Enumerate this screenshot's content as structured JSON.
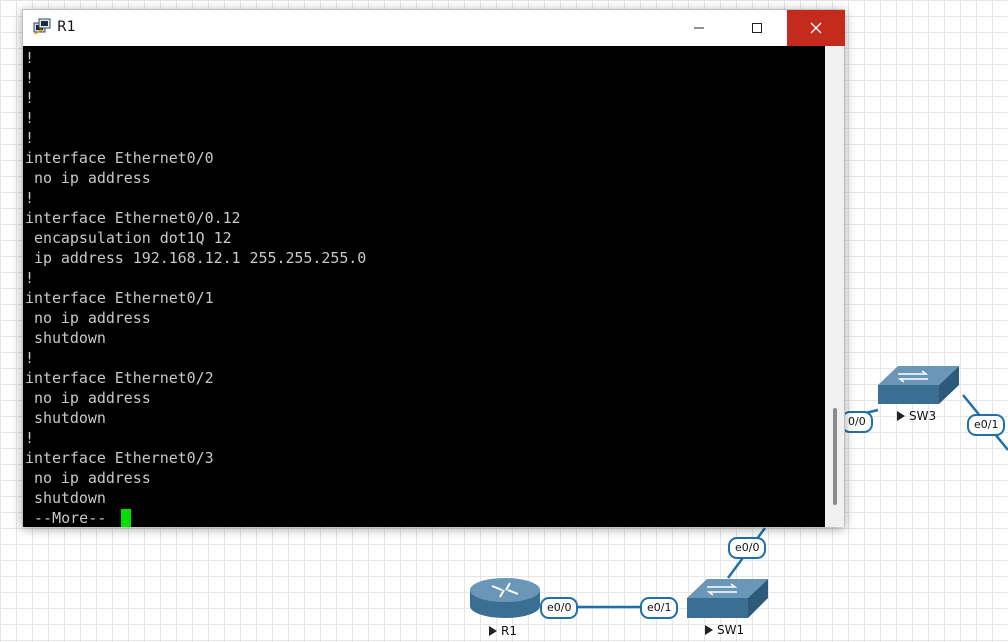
{
  "window": {
    "title": "R1",
    "icon": "putty-terminal-icon",
    "minimize_icon": "minimize-icon",
    "maximize_icon": "maximize-icon",
    "close_icon": "close-icon",
    "close_color": "#c42b1c"
  },
  "terminal": {
    "background": "#000000",
    "text_color": "#c8c8c8",
    "cursor_color": "#00e000",
    "lines": [
      "!",
      "!",
      "!",
      "!",
      "!",
      "interface Ethernet0/0",
      " no ip address",
      "!",
      "interface Ethernet0/0.12",
      " encapsulation dot1Q 12",
      " ip address 192.168.12.1 255.255.255.0",
      "!",
      "interface Ethernet0/1",
      " no ip address",
      " shutdown",
      "!",
      "interface Ethernet0/2",
      " no ip address",
      " shutdown",
      "!",
      "interface Ethernet0/3",
      " no ip address",
      " shutdown"
    ],
    "more_prompt": " --More-- "
  },
  "topology": {
    "link_color": "#1f6fa8",
    "nodes": {
      "r1": {
        "label": "R1",
        "icon": "router-icon"
      },
      "sw1": {
        "label": "SW1",
        "icon": "switch-icon"
      },
      "sw3": {
        "label": "SW3",
        "icon": "switch-icon"
      }
    },
    "ports": {
      "r1_e00": "e0/0",
      "sw1_e01": "e0/1",
      "sw1_e00": "e0/0",
      "sw3_e00": "0/0",
      "sw3_e01": "e0/1"
    }
  }
}
